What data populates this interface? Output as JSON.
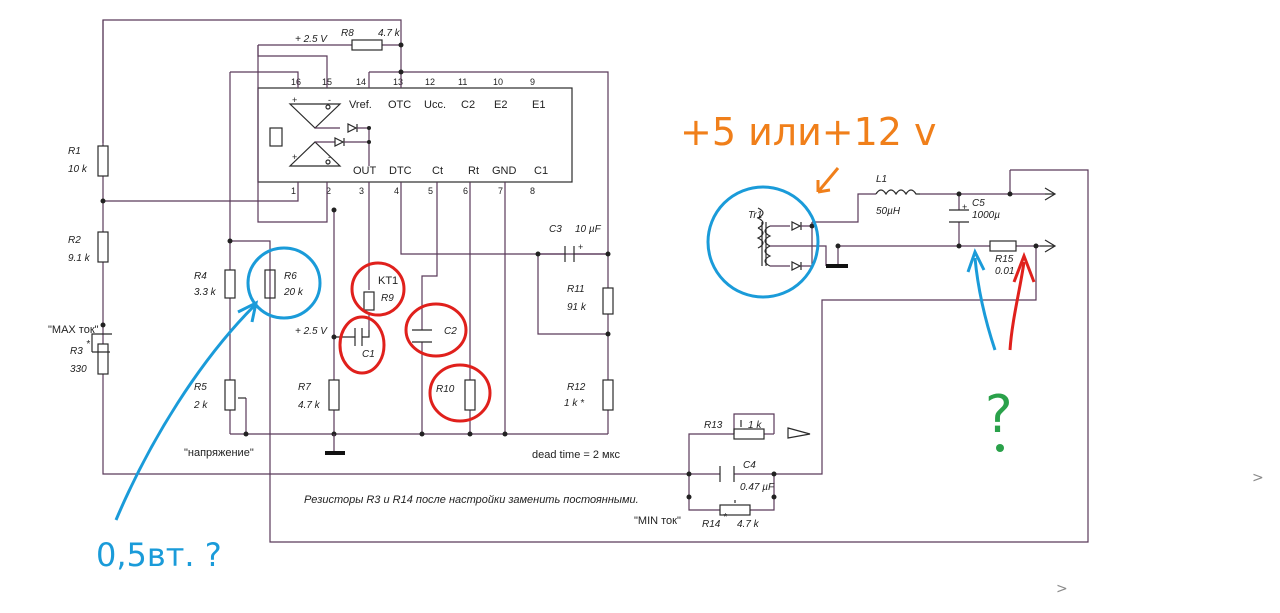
{
  "chip": {
    "top_pins": [
      "16",
      "15",
      "14",
      "13",
      "12",
      "11",
      "10",
      "9"
    ],
    "top_names": [
      "Vref.",
      "OTC",
      "Ucc.",
      "C2",
      "E2",
      "E1"
    ],
    "bottom_pins": [
      "1",
      "2",
      "3",
      "4",
      "5",
      "6",
      "7",
      "8"
    ],
    "bottom_names": [
      "OUT",
      "DTC",
      "Ct",
      "Rt",
      "GND",
      "C1"
    ]
  },
  "labels": {
    "v25_top": "+ 2.5 V",
    "v25_mid": "+ 2.5 V",
    "r8": "R8",
    "r8_val": "4.7 k",
    "r1": "R1",
    "r1_val": "10 k",
    "r2": "R2",
    "r2_val": "9.1 k",
    "r3": "R3",
    "r3_star": "*",
    "r3_val": "330",
    "max_tok": "\"MAX  ток\"",
    "r4": "R4",
    "r4_val": "3.3 k",
    "r5": "R5",
    "r5_val": "2 k",
    "r6": "R6",
    "r6_val": "20 k",
    "napr": "\"напряжение\"",
    "kt1": "KT1",
    "r9": "R9",
    "c1": "C1",
    "c2": "C2",
    "r7": "R7",
    "r7_val": "4.7 k",
    "r10": "R10",
    "c3": "C3",
    "c3_val": "10 µF",
    "r11": "R11",
    "r11_val": "91 k",
    "r12": "R12",
    "r12_val": "1 k *",
    "dead_time": "dead  time = 2 мкс",
    "r13": "R13",
    "r13_val": "1 k",
    "c4": "C4",
    "c4_val": "0.47 µF",
    "r14": "R14",
    "r14_star": "*",
    "r14_val": "4.7 k",
    "min_tok": "\"MIN  ток\"",
    "note": "Резисторы R3 и R14 после настройки заменить постоянными.",
    "tr1": "Tr1",
    "l1": "L1",
    "l1_val": "50µH",
    "c5": "C5",
    "c5_val": "1000µ",
    "r15": "R15",
    "r15_val": "0.01"
  },
  "annotations": {
    "voltage": "+5 или+12 v",
    "power": "0,5вт. ?",
    "question": "?"
  },
  "ui": {
    "chevron_upper": ">",
    "chevron_lower": ">"
  },
  "colors": {
    "wire": "#5a3a5a",
    "annotation_orange": "#f07f1a",
    "annotation_blue": "#1a9bd9",
    "annotation_red": "#e0201c",
    "annotation_green": "#2aa14a"
  }
}
